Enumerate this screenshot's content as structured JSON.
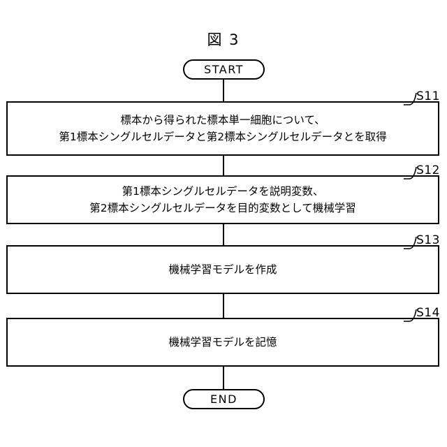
{
  "figure": {
    "title": "図 3",
    "type": "flowchart",
    "language": "ja",
    "colors": {
      "background": "#ffffff",
      "stroke": "#000000",
      "text": "#000000"
    }
  },
  "terminals": {
    "start": "START",
    "end": "END"
  },
  "steps": [
    {
      "ref": "S11",
      "lines": [
        "標本から得られた標本単一細胞について、",
        "第1標本シングルセルデータと第2標本シングルセルデータとを取得"
      ]
    },
    {
      "ref": "S12",
      "lines": [
        "第1標本シングルセルデータを説明変数、",
        "第2標本シングルセルデータを目的変数として機械学習"
      ]
    },
    {
      "ref": "S13",
      "lines": [
        "機械学習モデルを作成"
      ]
    },
    {
      "ref": "S14",
      "lines": [
        "機械学習モデルを記憶"
      ]
    }
  ]
}
